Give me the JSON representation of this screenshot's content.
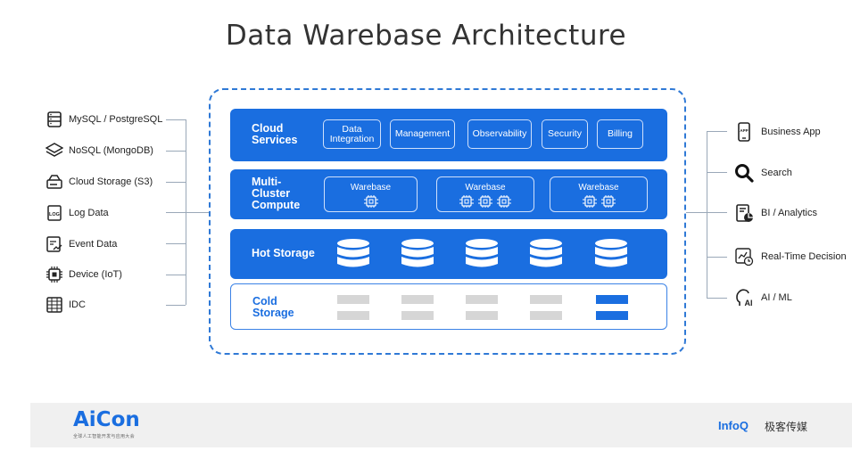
{
  "title": "Data Warebase Architecture",
  "layers": {
    "cloud_services": {
      "title_line1": "Cloud",
      "title_line2": "Services",
      "items": [
        {
          "line1": "Data",
          "line2": "Integration"
        },
        {
          "line1": "Management",
          "line2": ""
        },
        {
          "line1": "Observability",
          "line2": ""
        },
        {
          "line1": "Security",
          "line2": ""
        },
        {
          "line1": "Billing",
          "line2": ""
        }
      ]
    },
    "compute": {
      "title_line1": "Multi-",
      "title_line2": "Cluster",
      "title_line3": "Compute",
      "warebases": [
        {
          "label": "Warebase",
          "chips": 1
        },
        {
          "label": "Warebase",
          "chips": 3
        },
        {
          "label": "Warebase",
          "chips": 2
        }
      ]
    },
    "hot_storage": {
      "title": "Hot Storage",
      "db_count": 5
    },
    "cold_storage": {
      "title_line1": "Cold",
      "title_line2": "Storage",
      "highlight_column": 4
    }
  },
  "sources": [
    {
      "label": "MySQL / PostgreSQL",
      "icon": "database-icon"
    },
    {
      "label": "NoSQL (MongoDB)",
      "icon": "layers-icon"
    },
    {
      "label": "Cloud Storage (S3)",
      "icon": "cloud-storage-icon"
    },
    {
      "label": "Log Data",
      "icon": "log-file-icon"
    },
    {
      "label": "Event Data",
      "icon": "event-chart-icon"
    },
    {
      "label": "Device (IoT)",
      "icon": "chip-device-icon"
    },
    {
      "label": "IDC",
      "icon": "server-rack-icon"
    }
  ],
  "destinations": [
    {
      "label": "Business App",
      "icon": "mobile-app-icon",
      "icon_text": "APP"
    },
    {
      "label": "Search",
      "icon": "search-icon"
    },
    {
      "label": "BI / Analytics",
      "icon": "analytics-report-icon"
    },
    {
      "label": "Real-Time Decision",
      "icon": "realtime-decision-icon"
    },
    {
      "label": "AI / ML",
      "icon": "ai-head-icon",
      "icon_text": "AI"
    }
  ],
  "footer": {
    "left_logo": "AiCon",
    "left_sub": "全球人工智能开发与应用大会",
    "right_logo": "InfoQ",
    "right_text": "极客传媒"
  },
  "colors": {
    "accent": "#1a6ee0",
    "dashed_border": "#2f79d6",
    "cold_bar": "#d6d6d6"
  }
}
